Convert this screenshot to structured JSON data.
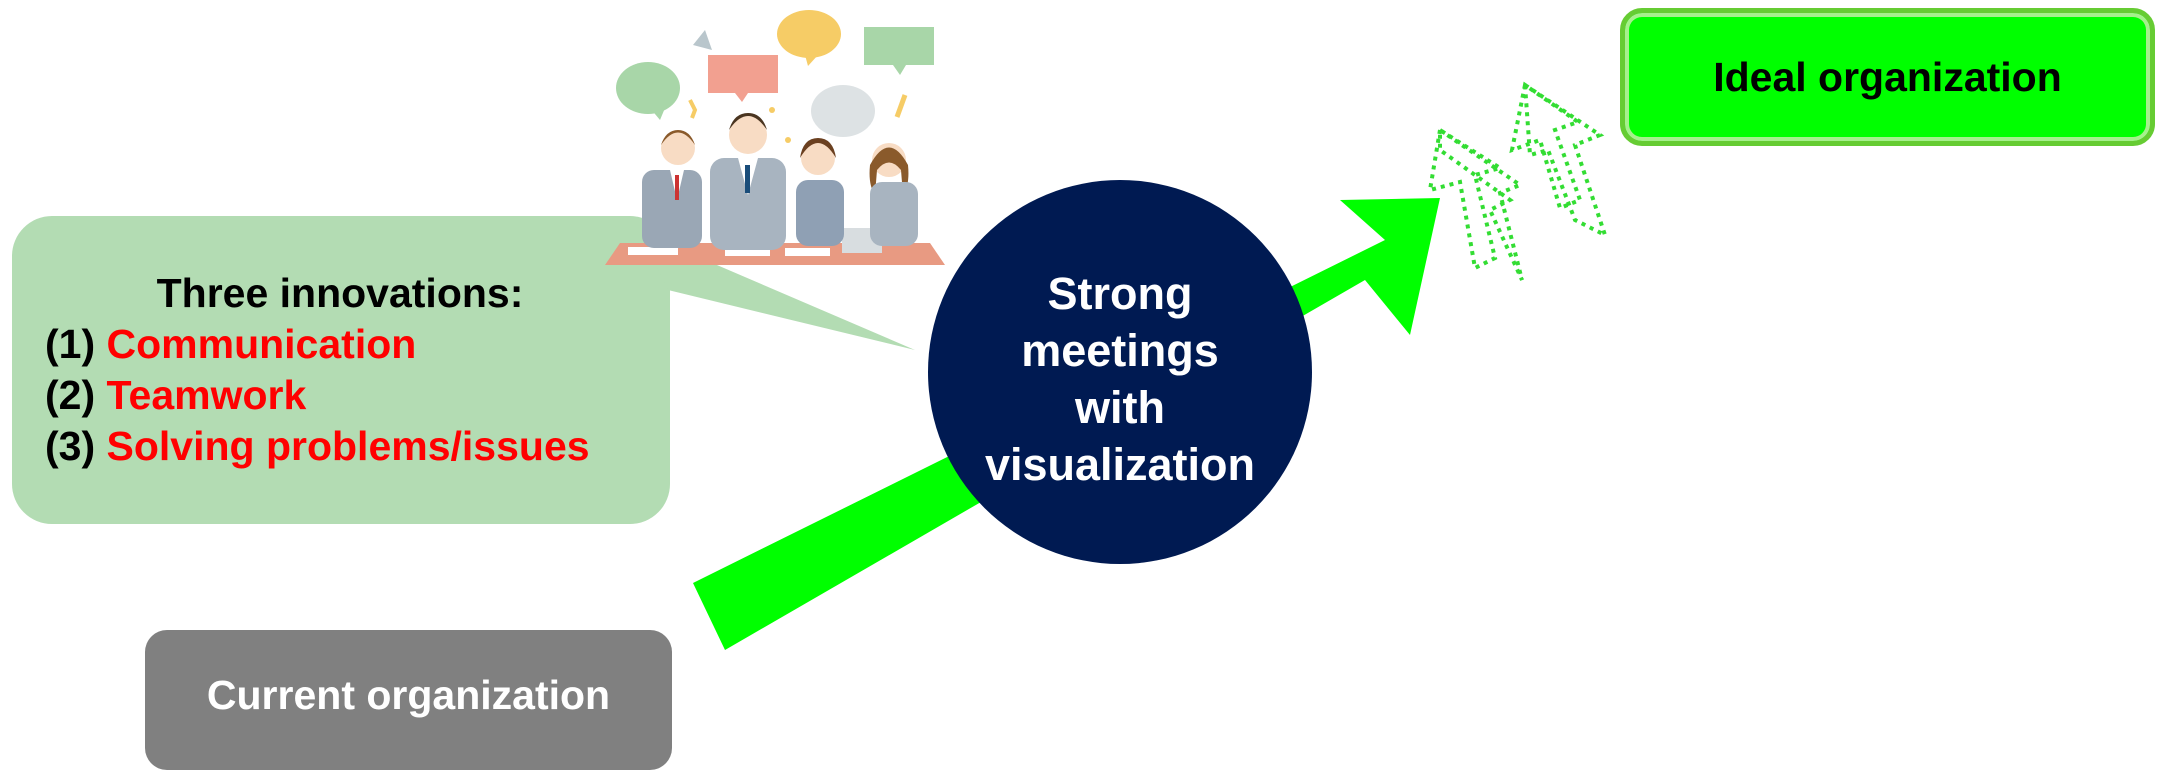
{
  "ideal_box": {
    "label": "Ideal organization"
  },
  "current_box": {
    "label": "Current organization"
  },
  "innovations": {
    "title": "Three innovations:",
    "items": [
      {
        "number": "(1)",
        "label": "Communication"
      },
      {
        "number": "(2)",
        "label": "Teamwork"
      },
      {
        "number": "(3)",
        "label": "Solving problems/issues"
      }
    ]
  },
  "center": {
    "lines": [
      "Strong",
      "meetings",
      "with",
      "visualization"
    ]
  },
  "colors": {
    "arrow_green": "#00ff00",
    "ideal_border": "#66cc33",
    "bubble_green": "#b3dcb3",
    "circle_navy": "#001a52",
    "current_gray": "#808080",
    "highlight_red": "#ff0000"
  },
  "icons": {
    "illustration": "business-meeting-illustration",
    "dotted_arrows": "dotted-outline-up-arrow-icon"
  }
}
